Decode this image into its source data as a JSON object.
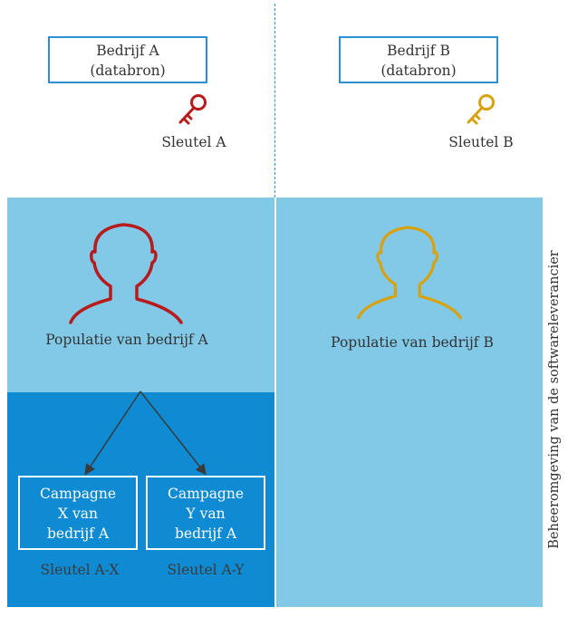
{
  "sources": {
    "a": {
      "line1": "Bedrijf A",
      "line2": "(databron)",
      "key_label": "Sleutel A",
      "key_color": "#b81b1b"
    },
    "b": {
      "line1": "Bedrijf B",
      "line2": "(databron)",
      "key_label": "Sleutel B",
      "key_color": "#d8a110"
    }
  },
  "populations": {
    "a": {
      "label": "Populatie van bedrijf A",
      "color": "#b81b1b"
    },
    "b": {
      "label": "Populatie van bedrijf B",
      "color": "#d8a110"
    }
  },
  "campaigns": [
    {
      "line1": "Campagne",
      "line2": "X van",
      "line3": "bedrijf A",
      "key_label": "Sleutel A-X"
    },
    {
      "line1": "Campagne",
      "line2": "Y van",
      "line3": "bedrijf A",
      "key_label": "Sleutel A-Y"
    }
  ],
  "environment_label": "Beheeromgeving van de softwareleverancier",
  "colors": {
    "border_blue": "#2b8fd0",
    "panel_light": "#82c9e8",
    "panel_dark": "#0f8bd3"
  }
}
